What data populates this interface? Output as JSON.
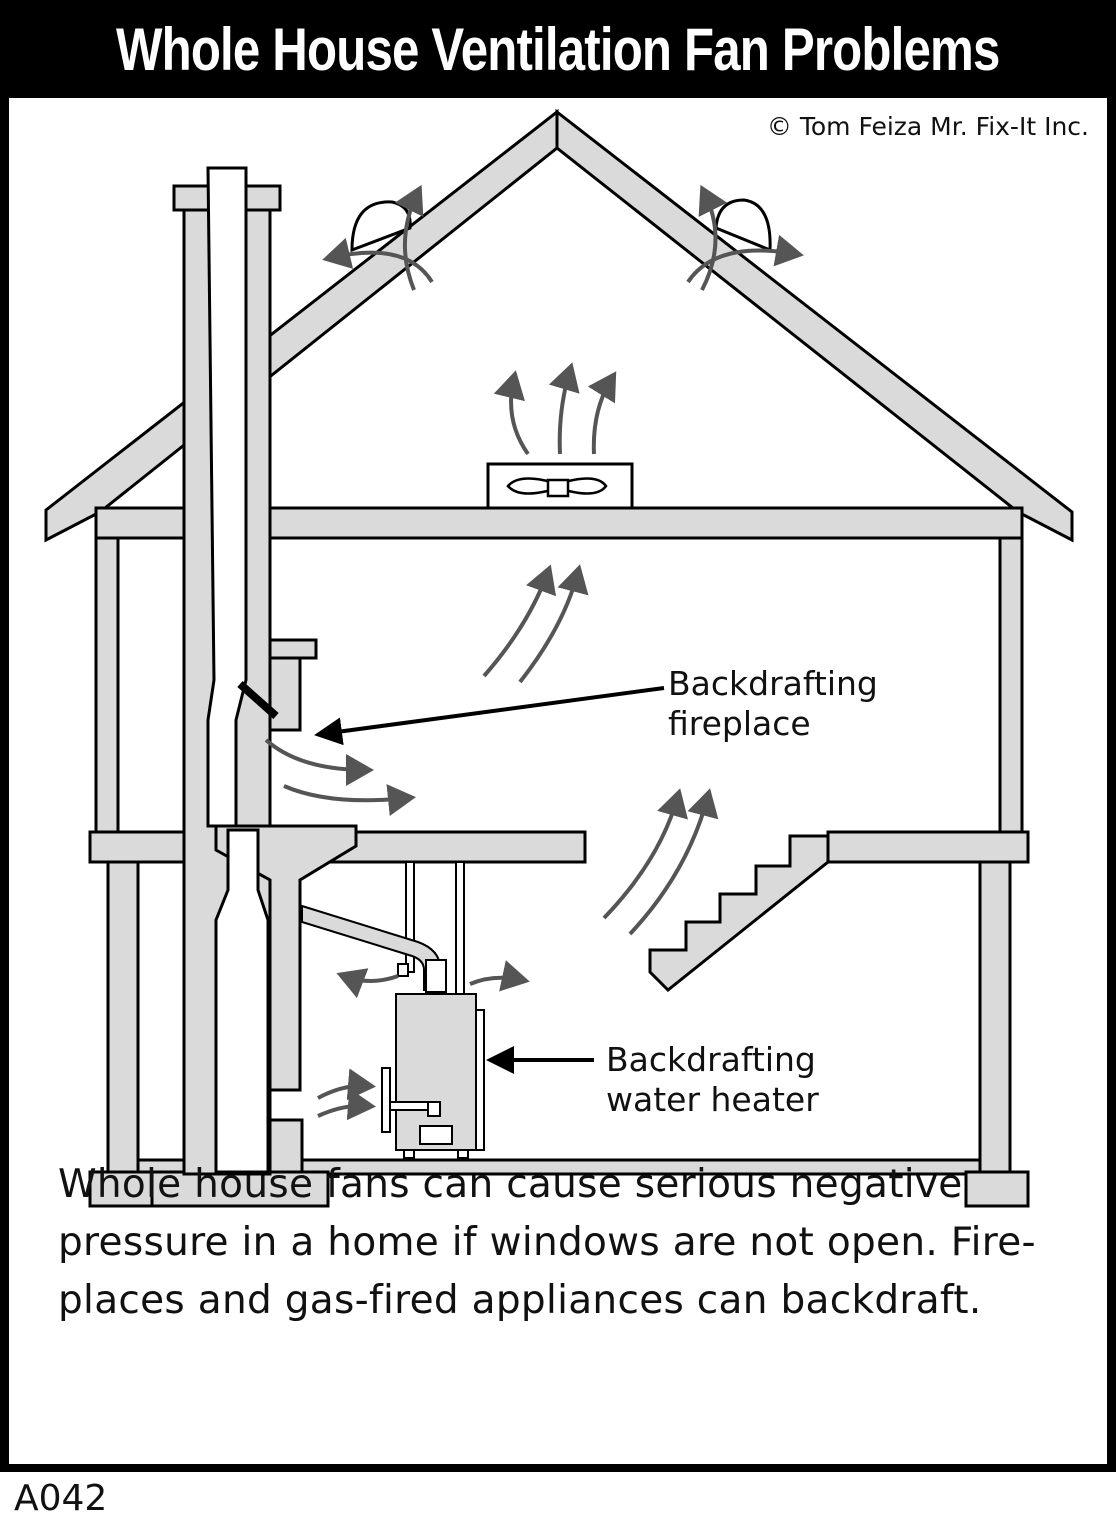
{
  "title": "Whole House Ventilation Fan Problems",
  "copyright": "© Tom Feiza Mr. Fix-It Inc.",
  "labels": {
    "fireplace_line1": "Backdrafting",
    "fireplace_line2": "fireplace",
    "heater_line1": "Backdrafting",
    "heater_line2": "water heater"
  },
  "caption": "Whole house fans can cause serious negative pressure in a home if windows are not open.  Fire-places and gas-fired appliances can backdraft.",
  "code": "A042",
  "colors": {
    "frame": "#000000",
    "structure_fill": "#d9d9d9",
    "arrow": "#555555"
  }
}
